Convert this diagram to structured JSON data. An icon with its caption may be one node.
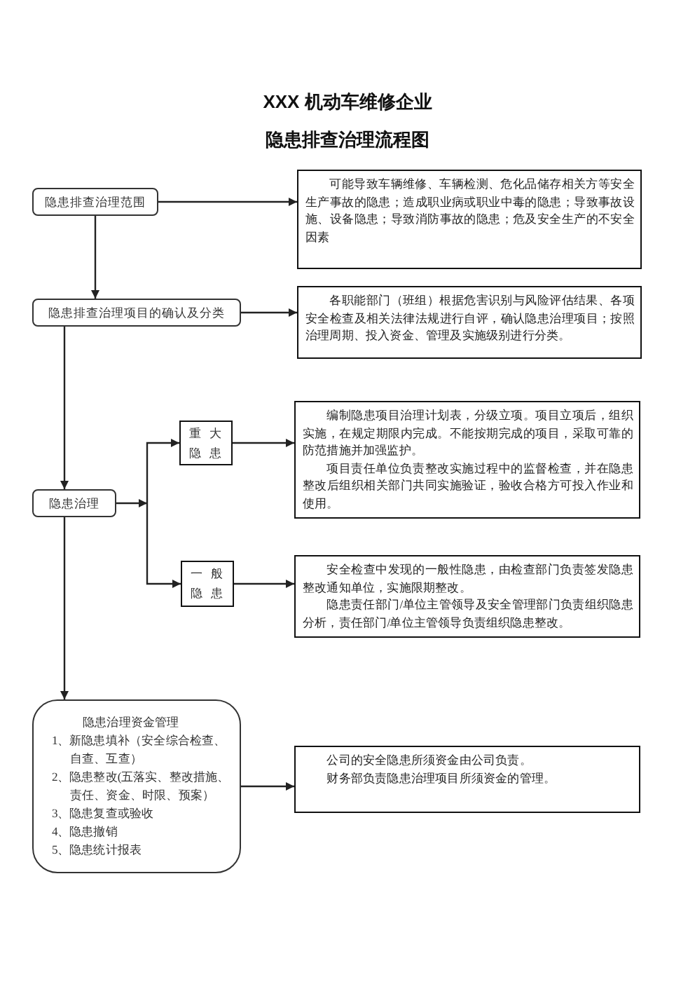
{
  "diagram": {
    "title": "隐患排查治理流程图",
    "nodes": [
      {
        "text": [
          "隐患排查治理范围"
        ]
      },
      {
        "text": [
          "可能导致车辆维修、车辆检测、危化品储存相关方等安全生产事故的隐患；造成职业病或职业中毒的隐患；导致事故设施、设备隐患；导致消防事故的隐患；危及安全生产的不安全因素"
        ]
      },
      {
        "text": [
          "隐患排查治理项目的确认及分类"
        ]
      },
      {
        "text": [
          "各职能部门（班组）根据危害识别与风险评估结果、各项安全检查及相关法律法规进行自评，确认隐患治理项目；按照治理周期、投入资金、管理及实施级别进行分类。"
        ]
      },
      {
        "text": [
          "隐患治理"
        ]
      },
      {
        "text": [
          "重大隐患"
        ]
      },
      {
        "text": [
          "编制隐患项目治理计划表，分级立项。项目立项后，组织实施，在规定期限内完成。不能按期完成的项目，采取可靠的防范措施并加强监护。",
          "项目责任单位负责整改实施过程中的监督检查，并在隐患整改后组织相关部门共同实施验证，验收合格方可投入作业和使用。"
        ]
      },
      {
        "text": [
          "一般隐患"
        ]
      },
      {
        "text": [
          "安全检查中发现的一般性隐患，由检查部门负责签发隐患整改通知单位，实施限期整改。",
          "隐患责任部门/单位主管领导及安全管理部门负责组织隐患分析，责任部门/单位主管领导负责组织隐患整改。"
        ]
      },
      {
        "text": [
          "隐患治理资金管理",
          "1、新隐患填补（安全综合检查、自查、互查）",
          "2、隐患整改(五落实、整改措施、责任、资金、时限、预案）",
          "3、隐患复查或验收",
          "4、隐患撤销",
          "5、隐患统计报表"
        ]
      },
      {
        "text": [
          "公司的安全隐患所须资金由公司负责。",
          "财务部负责隐患治理项目所须资金的管理。"
        ]
      }
    ],
    "edges": [
      {
        "from": 0,
        "to": 1,
        "arrow": "to"
      },
      {
        "from": 0,
        "to": 2,
        "arrow": "to"
      },
      {
        "from": 2,
        "to": 3,
        "arrow": "to"
      },
      {
        "from": 2,
        "to": 4,
        "arrow": "to"
      },
      {
        "from": 4,
        "to": 5,
        "arrow": "to"
      },
      {
        "from": 4,
        "to": 7,
        "arrow": "to"
      },
      {
        "from": 5,
        "to": 6,
        "arrow": "to"
      },
      {
        "from": 7,
        "to": 8,
        "arrow": "to"
      },
      {
        "from": 4,
        "to": 9,
        "arrow": "to"
      },
      {
        "from": 9,
        "to": 10,
        "arrow": "to"
      }
    ],
    "labels": [
      "XXX 机动车维修企业"
    ]
  }
}
